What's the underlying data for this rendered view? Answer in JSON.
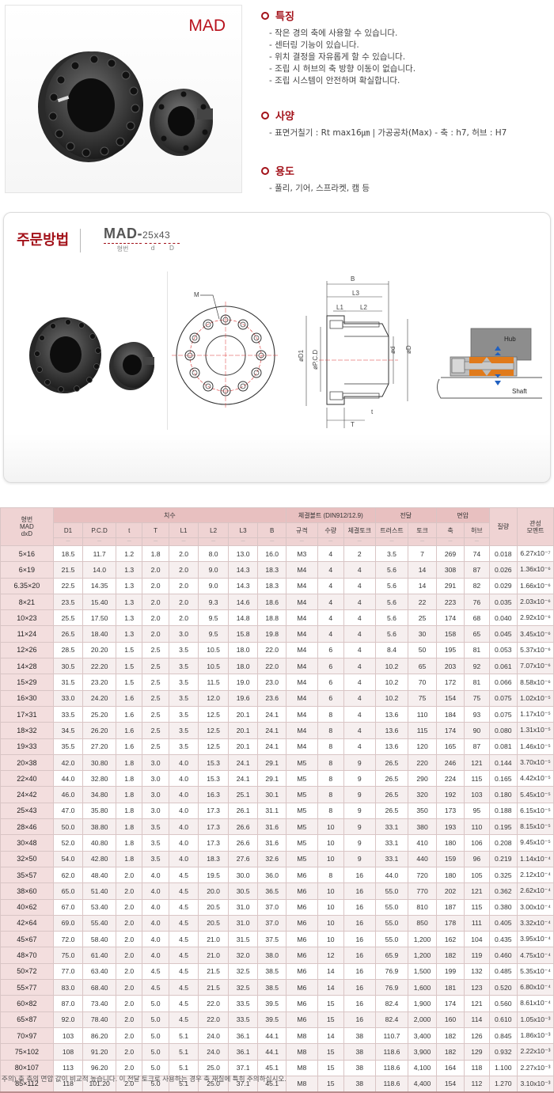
{
  "product": {
    "title": "MAD"
  },
  "features": {
    "heading": "특징",
    "items": [
      "- 작은 경의 축에 사용할 수 있습니다.",
      "- 센터링 기능이 있습니다.",
      "- 위치 결정을 자유롭게 할 수 있습니다.",
      "- 조립 시 허브의 축 방향 이동이 없습니다.",
      "- 조립 시스템이 안전하며 확실합니다."
    ]
  },
  "spec": {
    "heading": "사양",
    "items": [
      "- 표면거칠기 : Rt max16㎛ | 가공공차(Max) - 축 : h7, 허브 : H7"
    ]
  },
  "usage": {
    "heading": "용도",
    "items": [
      "- 풀리, 기어, 스프라켓, 캠 등"
    ]
  },
  "order": {
    "title": "주문방법",
    "code_prefix": "MAD-",
    "code_d": "25",
    "code_x": "x",
    "code_D": "43",
    "label_model": "형번",
    "label_d": "d",
    "label_D": "D"
  },
  "diagram": {
    "label_M": "M",
    "label_B": "B",
    "label_L3": "L3",
    "label_L1": "L1",
    "label_L2": "L2",
    "label_D1": "øD1",
    "label_PCD": "øP.C.D",
    "label_d": "ød",
    "label_D": "øD",
    "label_t": "t",
    "label_T": "T",
    "label_hub": "Hub",
    "label_shaft": "Shaft"
  },
  "table": {
    "corner": [
      "형번",
      "MAD",
      "dxD"
    ],
    "groups": {
      "dims": "치수",
      "bolt": "체결볼트 (DIN912/12.9)",
      "transmit": "전달",
      "pressure": "면압",
      "mass": "질량",
      "inertia": [
        "관성",
        "모멘트"
      ]
    },
    "columns": [
      "D1",
      "P.C.D",
      "t",
      "T",
      "L1",
      "L2",
      "L3",
      "B",
      "규격",
      "수량",
      "체결토크",
      "트러스트",
      "토크",
      "축",
      "허브"
    ],
    "unit_marks": [
      "—",
      "—",
      "—",
      "—",
      "—",
      "—",
      "—",
      "—",
      "—",
      "—",
      "—",
      "—",
      "—",
      "—",
      "—",
      "—",
      "—"
    ],
    "rows": [
      [
        "5×16",
        "18.5",
        "11.7",
        "1.2",
        "1.8",
        "2.0",
        "8.0",
        "13.0",
        "16.0",
        "M3",
        "4",
        "2",
        "3.5",
        "7",
        "269",
        "74",
        "0.018",
        "6.27x10⁻⁷"
      ],
      [
        "6×19",
        "21.5",
        "14.0",
        "1.3",
        "2.0",
        "2.0",
        "9.0",
        "14.3",
        "18.3",
        "M4",
        "4",
        "4",
        "5.6",
        "14",
        "308",
        "87",
        "0.026",
        "1.36x10⁻⁶"
      ],
      [
        "6.35×20",
        "22.5",
        "14.35",
        "1.3",
        "2.0",
        "2.0",
        "9.0",
        "14.3",
        "18.3",
        "M4",
        "4",
        "4",
        "5.6",
        "14",
        "291",
        "82",
        "0.029",
        "1.66x10⁻⁶"
      ],
      [
        "8×21",
        "23.5",
        "15.40",
        "1.3",
        "2.0",
        "2.0",
        "9.3",
        "14.6",
        "18.6",
        "M4",
        "4",
        "4",
        "5.6",
        "22",
        "223",
        "76",
        "0.035",
        "2.03x10⁻⁶"
      ],
      [
        "10×23",
        "25.5",
        "17.50",
        "1.3",
        "2.0",
        "2.0",
        "9.5",
        "14.8",
        "18.8",
        "M4",
        "4",
        "4",
        "5.6",
        "25",
        "174",
        "68",
        "0.040",
        "2.92x10⁻⁶"
      ],
      [
        "11×24",
        "26.5",
        "18.40",
        "1.3",
        "2.0",
        "3.0",
        "9.5",
        "15.8",
        "19.8",
        "M4",
        "4",
        "4",
        "5.6",
        "30",
        "158",
        "65",
        "0.045",
        "3.45x10⁻⁶"
      ],
      [
        "12×26",
        "28.5",
        "20.20",
        "1.5",
        "2.5",
        "3.5",
        "10.5",
        "18.0",
        "22.0",
        "M4",
        "6",
        "4",
        "8.4",
        "50",
        "195",
        "81",
        "0.053",
        "5.37x10⁻⁶"
      ],
      [
        "14×28",
        "30.5",
        "22.20",
        "1.5",
        "2.5",
        "3.5",
        "10.5",
        "18.0",
        "22.0",
        "M4",
        "6",
        "4",
        "10.2",
        "65",
        "203",
        "92",
        "0.061",
        "7.07x10⁻⁶"
      ],
      [
        "15×29",
        "31.5",
        "23.20",
        "1.5",
        "2.5",
        "3.5",
        "11.5",
        "19.0",
        "23.0",
        "M4",
        "6",
        "4",
        "10.2",
        "70",
        "172",
        "81",
        "0.066",
        "8.58x10⁻⁶"
      ],
      [
        "16×30",
        "33.0",
        "24.20",
        "1.6",
        "2.5",
        "3.5",
        "12.0",
        "19.6",
        "23.6",
        "M4",
        "6",
        "4",
        "10.2",
        "75",
        "154",
        "75",
        "0.075",
        "1.02x10⁻⁵"
      ],
      [
        "17×31",
        "33.5",
        "25.20",
        "1.6",
        "2.5",
        "3.5",
        "12.5",
        "20.1",
        "24.1",
        "M4",
        "8",
        "4",
        "13.6",
        "110",
        "184",
        "93",
        "0.075",
        "1.17x10⁻⁵"
      ],
      [
        "18×32",
        "34.5",
        "26.20",
        "1.6",
        "2.5",
        "3.5",
        "12.5",
        "20.1",
        "24.1",
        "M4",
        "8",
        "4",
        "13.6",
        "115",
        "174",
        "90",
        "0.080",
        "1.31x10⁻⁵"
      ],
      [
        "19×33",
        "35.5",
        "27.20",
        "1.6",
        "2.5",
        "3.5",
        "12.5",
        "20.1",
        "24.1",
        "M4",
        "8",
        "4",
        "13.6",
        "120",
        "165",
        "87",
        "0.081",
        "1.46x10⁻⁵"
      ],
      [
        "20×38",
        "42.0",
        "30.80",
        "1.8",
        "3.0",
        "4.0",
        "15.3",
        "24.1",
        "29.1",
        "M5",
        "8",
        "9",
        "26.5",
        "220",
        "246",
        "121",
        "0.144",
        "3.70x10⁻⁵"
      ],
      [
        "22×40",
        "44.0",
        "32.80",
        "1.8",
        "3.0",
        "4.0",
        "15.3",
        "24.1",
        "29.1",
        "M5",
        "8",
        "9",
        "26.5",
        "290",
        "224",
        "115",
        "0.165",
        "4.42x10⁻⁵"
      ],
      [
        "24×42",
        "46.0",
        "34.80",
        "1.8",
        "3.0",
        "4.0",
        "16.3",
        "25.1",
        "30.1",
        "M5",
        "8",
        "9",
        "26.5",
        "320",
        "192",
        "103",
        "0.180",
        "5.45x10⁻⁵"
      ],
      [
        "25×43",
        "47.0",
        "35.80",
        "1.8",
        "3.0",
        "4.0",
        "17.3",
        "26.1",
        "31.1",
        "M5",
        "8",
        "9",
        "26.5",
        "350",
        "173",
        "95",
        "0.188",
        "6.15x10⁻⁵"
      ],
      [
        "28×46",
        "50.0",
        "38.80",
        "1.8",
        "3.5",
        "4.0",
        "17.3",
        "26.6",
        "31.6",
        "M5",
        "10",
        "9",
        "33.1",
        "380",
        "193",
        "110",
        "0.195",
        "8.15x10⁻⁵"
      ],
      [
        "30×48",
        "52.0",
        "40.80",
        "1.8",
        "3.5",
        "4.0",
        "17.3",
        "26.6",
        "31.6",
        "M5",
        "10",
        "9",
        "33.1",
        "410",
        "180",
        "106",
        "0.208",
        "9.45x10⁻⁵"
      ],
      [
        "32×50",
        "54.0",
        "42.80",
        "1.8",
        "3.5",
        "4.0",
        "18.3",
        "27.6",
        "32.6",
        "M5",
        "10",
        "9",
        "33.1",
        "440",
        "159",
        "96",
        "0.219",
        "1.14x10⁻⁴"
      ],
      [
        "35×57",
        "62.0",
        "48.40",
        "2.0",
        "4.0",
        "4.5",
        "19.5",
        "30.0",
        "36.0",
        "M6",
        "8",
        "16",
        "44.0",
        "720",
        "180",
        "105",
        "0.325",
        "2.12x10⁻⁴"
      ],
      [
        "38×60",
        "65.0",
        "51.40",
        "2.0",
        "4.0",
        "4.5",
        "20.0",
        "30.5",
        "36.5",
        "M6",
        "10",
        "16",
        "55.0",
        "770",
        "202",
        "121",
        "0.362",
        "2.62x10⁻⁴"
      ],
      [
        "40×62",
        "67.0",
        "53.40",
        "2.0",
        "4.0",
        "4.5",
        "20.5",
        "31.0",
        "37.0",
        "M6",
        "10",
        "16",
        "55.0",
        "810",
        "187",
        "115",
        "0.380",
        "3.00x10⁻⁴"
      ],
      [
        "42×64",
        "69.0",
        "55.40",
        "2.0",
        "4.0",
        "4.5",
        "20.5",
        "31.0",
        "37.0",
        "M6",
        "10",
        "16",
        "55.0",
        "850",
        "178",
        "111",
        "0.405",
        "3.32x10⁻⁴"
      ],
      [
        "45×67",
        "72.0",
        "58.40",
        "2.0",
        "4.0",
        "4.5",
        "21.0",
        "31.5",
        "37.5",
        "M6",
        "10",
        "16",
        "55.0",
        "1,200",
        "162",
        "104",
        "0.435",
        "3.95x10⁻⁴"
      ],
      [
        "48×70",
        "75.0",
        "61.40",
        "2.0",
        "4.0",
        "4.5",
        "21.0",
        "32.0",
        "38.0",
        "M6",
        "12",
        "16",
        "65.9",
        "1,200",
        "182",
        "119",
        "0.460",
        "4.75x10⁻⁴"
      ],
      [
        "50×72",
        "77.0",
        "63.40",
        "2.0",
        "4.5",
        "4.5",
        "21.5",
        "32.5",
        "38.5",
        "M6",
        "14",
        "16",
        "76.9",
        "1,500",
        "199",
        "132",
        "0.485",
        "5.35x10⁻⁴"
      ],
      [
        "55×77",
        "83.0",
        "68.40",
        "2.0",
        "4.5",
        "4.5",
        "21.5",
        "32.5",
        "38.5",
        "M6",
        "14",
        "16",
        "76.9",
        "1,600",
        "181",
        "123",
        "0.520",
        "6.80x10⁻⁴"
      ],
      [
        "60×82",
        "87.0",
        "73.40",
        "2.0",
        "5.0",
        "4.5",
        "22.0",
        "33.5",
        "39.5",
        "M6",
        "15",
        "16",
        "82.4",
        "1,900",
        "174",
        "121",
        "0.560",
        "8.61x10⁻⁴"
      ],
      [
        "65×87",
        "92.0",
        "78.40",
        "2.0",
        "5.0",
        "4.5",
        "22.0",
        "33.5",
        "39.5",
        "M6",
        "15",
        "16",
        "82.4",
        "2,000",
        "160",
        "114",
        "0.610",
        "1.05x10⁻³"
      ],
      [
        "70×97",
        "103",
        "86.20",
        "2.0",
        "5.0",
        "5.1",
        "24.0",
        "36.1",
        "44.1",
        "M8",
        "14",
        "38",
        "110.7",
        "3,400",
        "182",
        "126",
        "0.845",
        "1.86x10⁻³"
      ],
      [
        "75×102",
        "108",
        "91.20",
        "2.0",
        "5.0",
        "5.1",
        "24.0",
        "36.1",
        "44.1",
        "M8",
        "15",
        "38",
        "118.6",
        "3,900",
        "182",
        "129",
        "0.932",
        "2.22x10⁻³"
      ],
      [
        "80×107",
        "113",
        "96.20",
        "2.0",
        "5.0",
        "5.1",
        "25.0",
        "37.1",
        "45.1",
        "M8",
        "15",
        "38",
        "118.6",
        "4,100",
        "164",
        "118",
        "1.100",
        "2.27x10⁻³"
      ],
      [
        "85×112",
        "118",
        "101.20",
        "2.0",
        "5.0",
        "5.1",
        "25.0",
        "37.1",
        "45.1",
        "M8",
        "15",
        "38",
        "118.6",
        "4,400",
        "154",
        "112",
        "1.270",
        "3.10x10⁻³"
      ]
    ]
  },
  "note": "주의) 축 측의 면압 값이 비교적 높습니다. 이 전달 토크로 사용하는 경우 축 재질에 특히 주의하십시오."
}
